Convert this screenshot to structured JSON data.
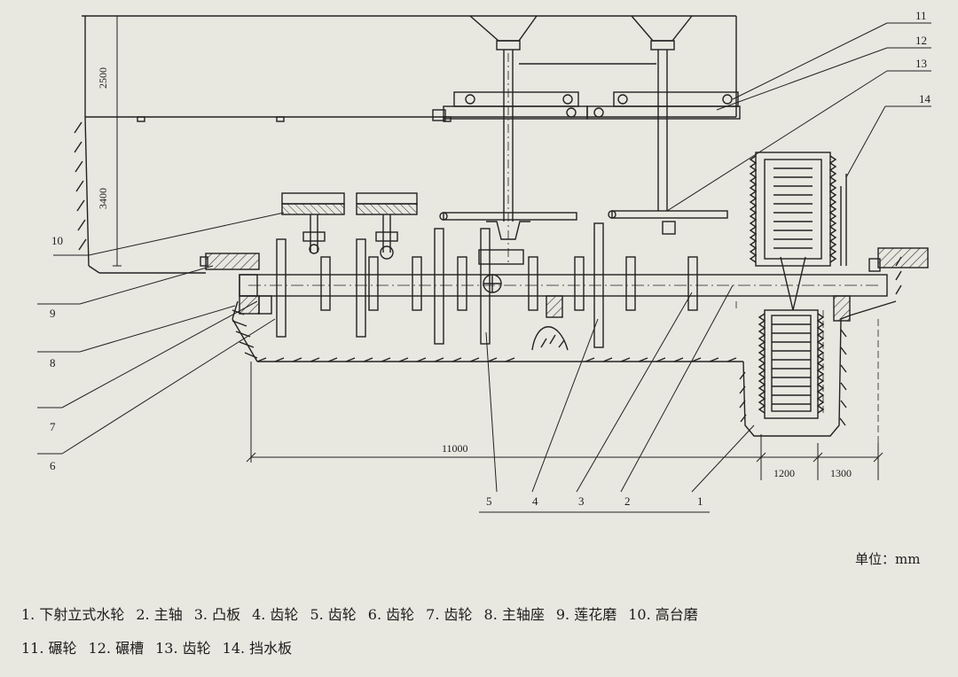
{
  "labels": [
    "1",
    "2",
    "3",
    "4",
    "5",
    "6",
    "7",
    "8",
    "9",
    "10",
    "11",
    "12",
    "13",
    "14"
  ],
  "dimensions": {
    "height_upper": "2500",
    "height_lower": "3400",
    "length_main": "11000",
    "width_a": "1200",
    "width_b": "1300"
  },
  "unit": "单位：mm",
  "legend_line1": [
    "1. 下射立式水轮",
    "2. 主轴",
    "3. 凸板",
    "4. 齿轮",
    "5. 齿轮",
    "6. 齿轮",
    "7. 齿轮",
    "8. 主轴座",
    "9. 莲花磨",
    "10. 高台磨"
  ],
  "legend_line2": [
    "11. 碾轮",
    "12. 碾槽",
    "13. 齿轮",
    "14. 挡水板"
  ]
}
